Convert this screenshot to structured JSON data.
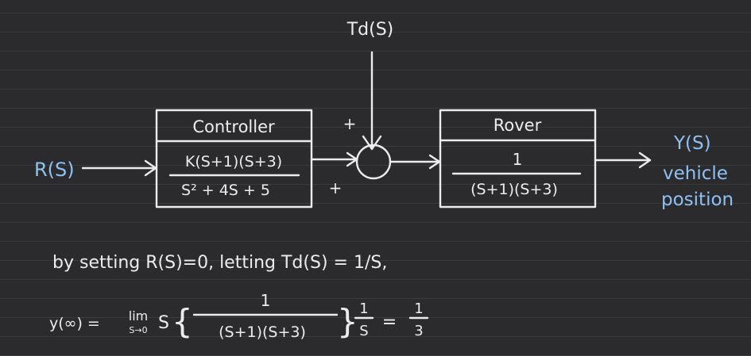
{
  "colors": {
    "background": "#2b2b2d",
    "ruled_line": "#3c3c3f",
    "ink_white": "#ececec",
    "ink_blue": "#8ec1f2"
  },
  "disturbance": {
    "label": "Td(S)"
  },
  "input": {
    "label": "R(S)"
  },
  "controller": {
    "title": "Controller",
    "numerator": "K(S+1)(S+3)",
    "denominator": "S² + 4S + 5"
  },
  "summing_junction": {
    "sign_top": "+",
    "sign_left": "+"
  },
  "plant": {
    "title": "Rover",
    "numerator": "1",
    "denominator": "(S+1)(S+3)"
  },
  "output": {
    "label": "Y(S)",
    "caption_line1": "vehicle",
    "caption_line2": "position"
  },
  "notes": {
    "line1": "by setting R(S)=0, letting Td(S) = 1/S,",
    "lhs": "y(∞) =",
    "lim_word": "lim",
    "lim_sub": "S→0",
    "s_factor": "S",
    "brace_open": "{",
    "frac_num": "1",
    "frac_den": "(S+1)(S+3)",
    "brace_close": "}",
    "factor_num": "1",
    "factor_den": "S",
    "equals": "=",
    "result_num": "1",
    "result_den": "3"
  }
}
